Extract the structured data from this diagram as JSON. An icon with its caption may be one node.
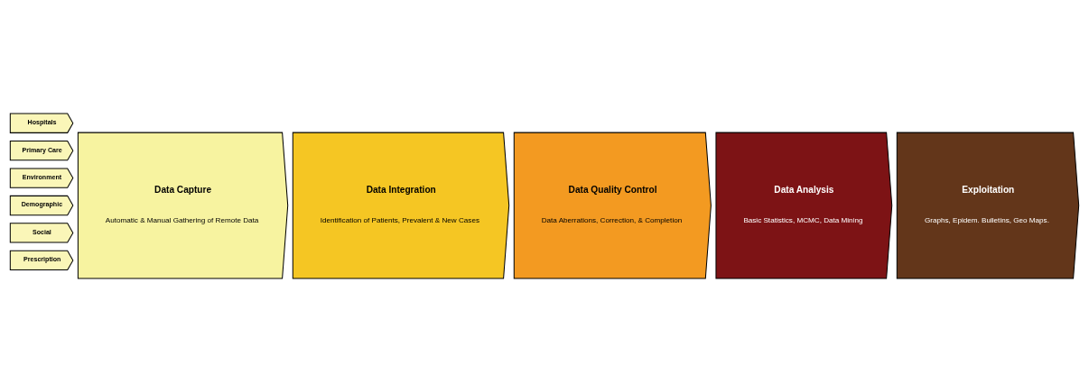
{
  "diagram": {
    "nodes": [
      {
        "text": [
          "Hospitals"
        ]
      },
      {
        "text": [
          "Primary Care"
        ]
      },
      {
        "text": [
          "Environment"
        ]
      },
      {
        "text": [
          "Demographic"
        ]
      },
      {
        "text": [
          "Social"
        ]
      },
      {
        "text": [
          "Prescription"
        ]
      },
      {
        "text": [
          "Data Capture",
          "Automatic & Manual Gathering of Remote Data"
        ]
      },
      {
        "text": [
          "Data Integration",
          "Identification of Patients, Prevalent & New Cases"
        ]
      },
      {
        "text": [
          "Data Quality Control",
          "Data Aberrations, Correction, & Completion"
        ]
      },
      {
        "text": [
          "Data Analysis",
          "Basic Statistics, MCMC, Data Mining"
        ]
      },
      {
        "text": [
          "Exploitation",
          "Graphs, Epidem. Bulletins, Geo Maps."
        ]
      }
    ]
  }
}
